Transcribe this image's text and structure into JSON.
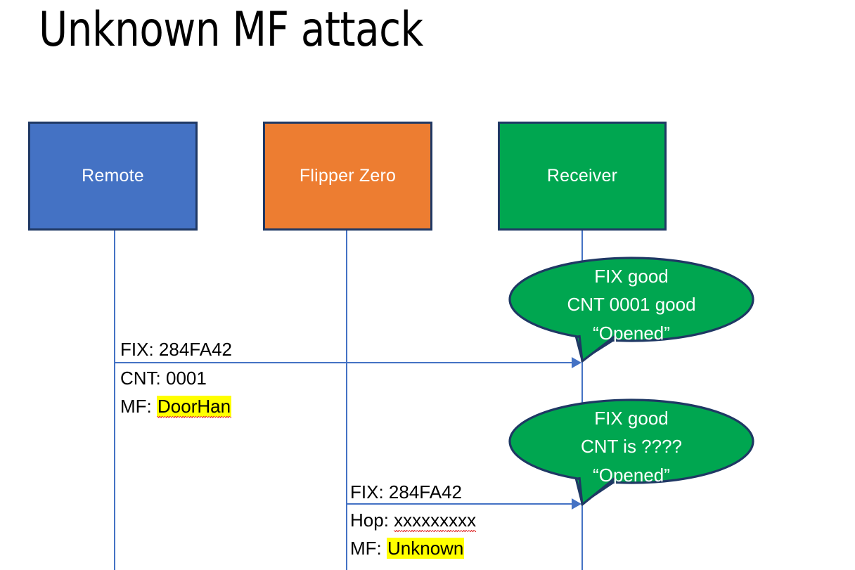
{
  "slide": {
    "title": "Unknown MF attack",
    "background": "#FFFFFF"
  },
  "colors": {
    "remote_fill": "#4472C4",
    "flipper_fill": "#ED7D31",
    "receiver_fill": "#00A650",
    "box_border": "#1F3864",
    "lifeline": "#4472C4",
    "arrow": "#4472C4",
    "bubble_fill": "#00A650",
    "bubble_border": "#1F3864",
    "highlight": "#FFFF00",
    "spellcheck_underline": "#E03030",
    "text_on_fill": "#FFFFFF",
    "text_body": "#000000"
  },
  "actors": [
    {
      "id": "remote",
      "label": "Remote"
    },
    {
      "id": "flipper",
      "label": "Flipper Zero"
    },
    {
      "id": "receiver",
      "label": "Receiver"
    }
  ],
  "messages": [
    {
      "id": "msg-1",
      "from": "remote",
      "to": "receiver",
      "lines": [
        {
          "label": "FIX: ",
          "value": "284FA42",
          "highlight": false,
          "spellcheck_error": false
        },
        {
          "label": "CNT: ",
          "value": "0001",
          "highlight": false,
          "spellcheck_error": false
        },
        {
          "label": "MF: ",
          "value": "DoorHan",
          "highlight": true,
          "spellcheck_error": true
        }
      ]
    },
    {
      "id": "msg-2",
      "from": "flipper",
      "to": "receiver",
      "lines": [
        {
          "label": "FIX: ",
          "value": "284FA42",
          "highlight": false,
          "spellcheck_error": false
        },
        {
          "label": "Hop: ",
          "value": "xxxxxxxxx",
          "highlight": false,
          "spellcheck_error": true
        },
        {
          "label": "MF: ",
          "value": "Unknown",
          "highlight": true,
          "spellcheck_error": false
        }
      ]
    }
  ],
  "bubbles": [
    {
      "id": "bubble-1",
      "attached_to": "msg-1",
      "lines": [
        "FIX good",
        "CNT 0001 good",
        "“Opened”"
      ]
    },
    {
      "id": "bubble-2",
      "attached_to": "msg-2",
      "lines": [
        "FIX good",
        "CNT is ????",
        "“Opened”"
      ]
    }
  ]
}
